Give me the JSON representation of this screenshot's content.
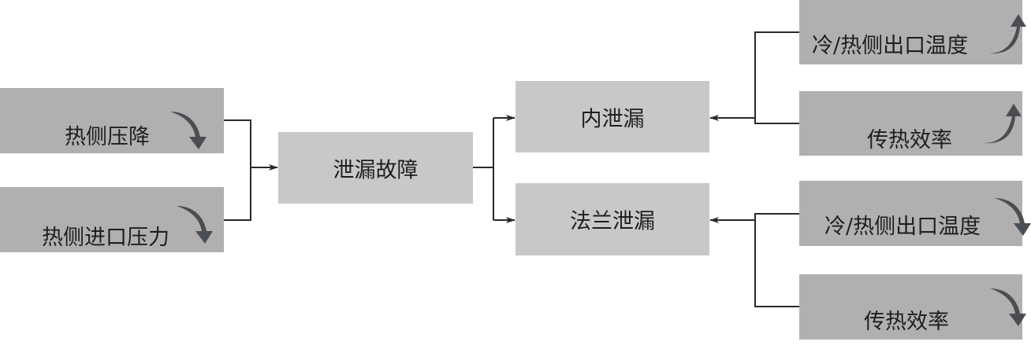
{
  "inputs": [
    {
      "label": "热侧压降",
      "trend": "down"
    },
    {
      "label": "热侧进口压力",
      "trend": "down"
    }
  ],
  "fault": {
    "label": "泄漏故障"
  },
  "fault_types": [
    {
      "label": "内泄漏"
    },
    {
      "label": "法兰泄漏"
    }
  ],
  "indicators": [
    {
      "label": "冷/热侧出口温度",
      "trend": "up"
    },
    {
      "label": "传热效率",
      "trend": "up"
    },
    {
      "label": "冷/热侧出口温度",
      "trend": "down"
    },
    {
      "label": "传热效率",
      "trend": "down"
    }
  ],
  "colors": {
    "box": "#b1afb0",
    "box_light": "#c8c8c8",
    "line": "#2a2a2a",
    "trend_arrow": "#4a4d52"
  }
}
